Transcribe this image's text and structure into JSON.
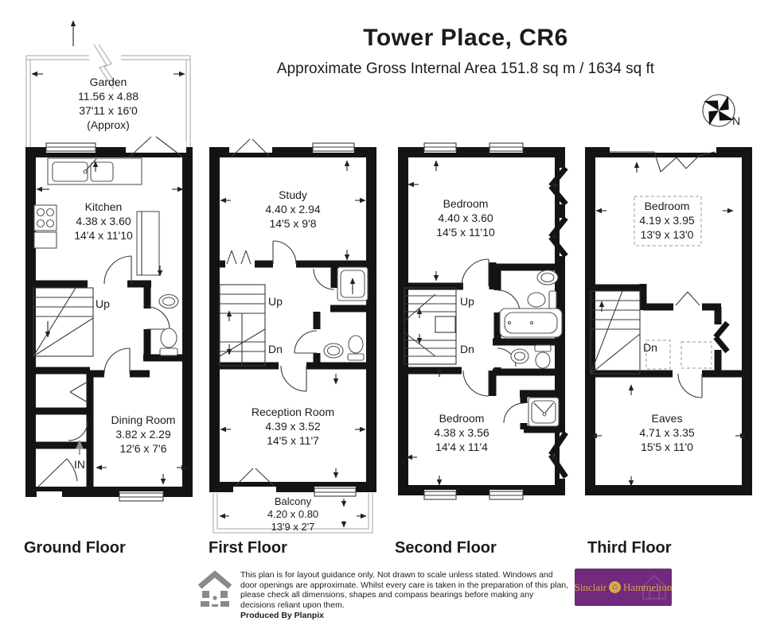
{
  "header": {
    "title": "Tower Place, CR6",
    "subtitle": "Approximate Gross Internal Area 151.8 sq m / 1634 sq ft"
  },
  "compass": {
    "north_label": "N"
  },
  "garden": {
    "name": "Garden",
    "metric": "11.56 x 4.88",
    "imperial": "37'11 x 16'0",
    "note": "(Approx)"
  },
  "floors": {
    "ground": {
      "label": "Ground Floor",
      "rooms": {
        "kitchen": {
          "name": "Kitchen",
          "metric": "4.38 x 3.60",
          "imperial": "14'4 x 11'10"
        },
        "dining": {
          "name": "Dining Room",
          "metric": "3.82 x 2.29",
          "imperial": "12'6 x 7'6"
        }
      },
      "labels": {
        "up": "Up",
        "in": "IN"
      }
    },
    "first": {
      "label": "First Floor",
      "rooms": {
        "study": {
          "name": "Study",
          "metric": "4.40 x 2.94",
          "imperial": "14'5 x 9'8"
        },
        "reception": {
          "name": "Reception Room",
          "metric": "4.39 x 3.52",
          "imperial": "14'5 x 11'7"
        },
        "balcony": {
          "name": "Balcony",
          "metric": "4.20 x 0.80",
          "imperial": "13'9 x 2'7"
        }
      },
      "labels": {
        "up": "Up",
        "dn": "Dn"
      }
    },
    "second": {
      "label": "Second Floor",
      "rooms": {
        "bedroom_front": {
          "name": "Bedroom",
          "metric": "4.40 x 3.60",
          "imperial": "14'5 x 11'10"
        },
        "bedroom_rear": {
          "name": "Bedroom",
          "metric": "4.38 x 3.56",
          "imperial": "14'4 x 11'4"
        }
      },
      "labels": {
        "up": "Up",
        "dn": "Dn"
      }
    },
    "third": {
      "label": "Third Floor",
      "rooms": {
        "bedroom": {
          "name": "Bedroom",
          "metric": "4.19 x 3.95",
          "imperial": "13'9 x 13'0"
        },
        "eaves": {
          "name": "Eaves",
          "metric": "4.71 x 3.35",
          "imperial": "15'5 x 11'0"
        }
      },
      "labels": {
        "dn": "Dn"
      }
    }
  },
  "footer": {
    "disclaimer": "This plan is for layout guidance only. Not drawn to scale unless stated. Windows and door openings are approximate. Whilst every care is taken in the preparation of this plan, please check all dimensions, shapes and compass bearings before making any decisions reliant upon them.",
    "produced_by": "Produced By Planpix",
    "brand": {
      "left": "Sinclair",
      "right": "Hammelton",
      "icon": "⌂"
    }
  },
  "colors": {
    "wall": "#141414",
    "brand_purple": "#73297d",
    "brand_gold": "#d3ab4a"
  }
}
